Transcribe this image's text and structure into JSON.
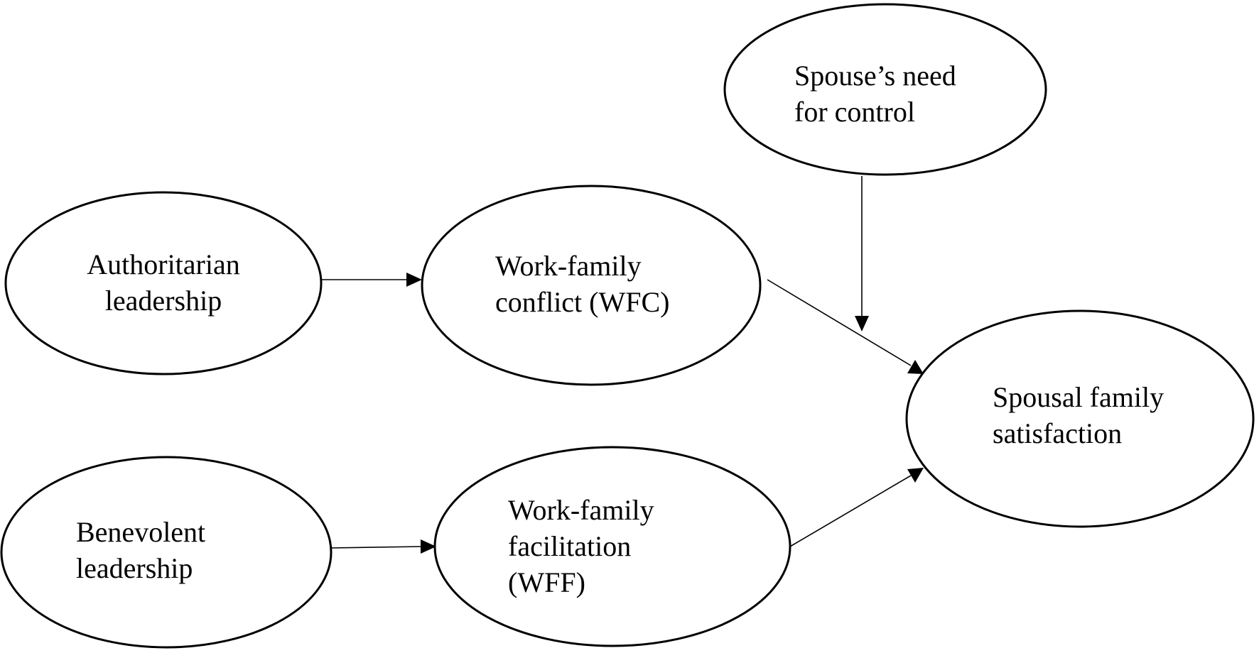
{
  "nodes": {
    "spouse_need_for_control": {
      "lines": [
        "Spouse’s need",
        "for control"
      ]
    },
    "authoritarian_leadership": {
      "lines": [
        "Authoritarian",
        "leadership"
      ]
    },
    "work_family_conflict": {
      "lines": [
        "Work-family",
        "conflict (WFC)"
      ]
    },
    "spousal_family_satisfaction": {
      "lines": [
        "Spousal family",
        "satisfaction"
      ]
    },
    "benevolent_leadership": {
      "lines": [
        "Benevolent",
        "leadership"
      ]
    },
    "work_family_facilitation": {
      "lines": [
        "Work-family",
        "facilitation",
        "(WFF)"
      ]
    }
  },
  "edges": [
    {
      "from": "authoritarian_leadership",
      "to": "work_family_conflict"
    },
    {
      "from": "work_family_conflict",
      "to": "spousal_family_satisfaction"
    },
    {
      "from": "spouse_need_for_control",
      "to": "work_family_conflict -> spousal_family_satisfaction"
    },
    {
      "from": "benevolent_leadership",
      "to": "work_family_facilitation"
    },
    {
      "from": "work_family_facilitation",
      "to": "spousal_family_satisfaction"
    }
  ]
}
